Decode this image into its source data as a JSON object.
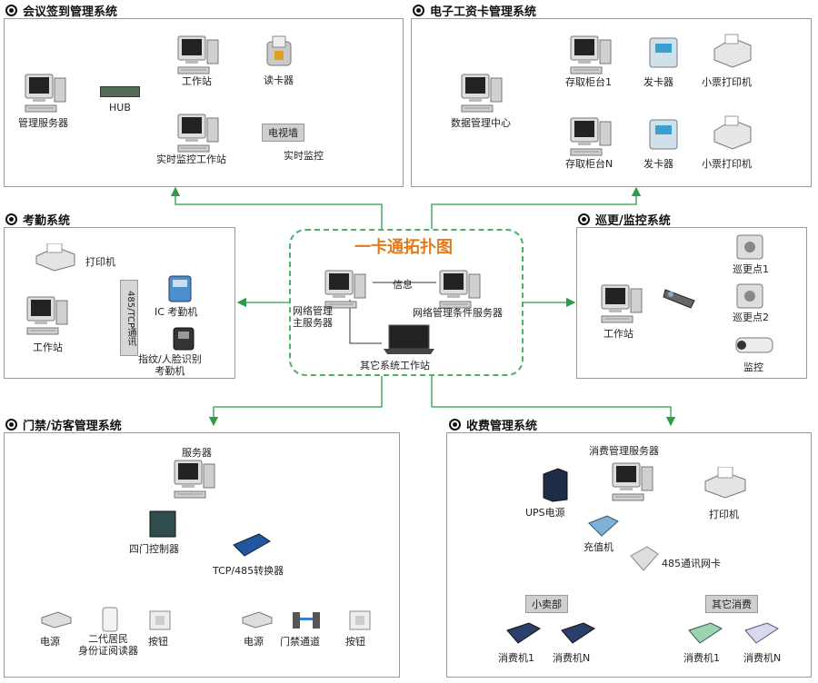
{
  "colors": {
    "accent_green": "#2e9a4c",
    "title_orange": "#e07a1a",
    "border_gray": "#9a9a9a"
  },
  "center": {
    "title": "一卡通拓扑图",
    "server_main": "网络管理\n主服务器",
    "info": "信息",
    "server_cond": "网络管理条件服务器",
    "other_ws": "其它系统工作站"
  },
  "meeting": {
    "title": "会议签到管理系统",
    "mgmt_server": "管理服务器",
    "hub": "HUB",
    "workstation": "工作站",
    "card_reader": "读卡器",
    "monitor_ws": "实时监控工作站",
    "tv_wall": "电视墙",
    "realtime_monitor": "实时监控"
  },
  "salary": {
    "title": "电子工资卡管理系统",
    "data_center": "数据管理中心",
    "cabinet1": "存取柜台1",
    "cabinetN": "存取柜台N",
    "card_issuer1": "发卡器",
    "card_issuer2": "发卡器",
    "printer1": "小票打印机",
    "printer2": "小票打印机"
  },
  "attendance": {
    "title": "考勤系统",
    "printer": "打印机",
    "workstation": "工作站",
    "comm": "485/TCP通讯",
    "ic_machine": "IC 考勤机",
    "bio_machine": "指纹/人脸识别\n考勤机"
  },
  "patrol": {
    "title": "巡更/监控系统",
    "workstation": "工作站",
    "point1": "巡更点1",
    "point2": "巡更点2",
    "monitor": "监控"
  },
  "access": {
    "title": "门禁/访客管理系统",
    "server": "服务器",
    "controller": "四门控制器",
    "converter": "TCP/485转换器",
    "power1": "电源",
    "id_reader": "二代居民\n身份证阅读器",
    "button1": "按钮",
    "power2": "电源",
    "gate": "门禁通道",
    "button2": "按钮"
  },
  "billing": {
    "title": "收费管理系统",
    "server": "消费管理服务器",
    "ups": "UPS电源",
    "printer": "打印机",
    "recharge": "充值机",
    "netcard": "485通讯网卡",
    "shop": "小卖部",
    "other": "其它消费",
    "pos1": "消费机1",
    "posN1": "消费机N",
    "pos2": "消费机1",
    "posN2": "消费机N"
  }
}
